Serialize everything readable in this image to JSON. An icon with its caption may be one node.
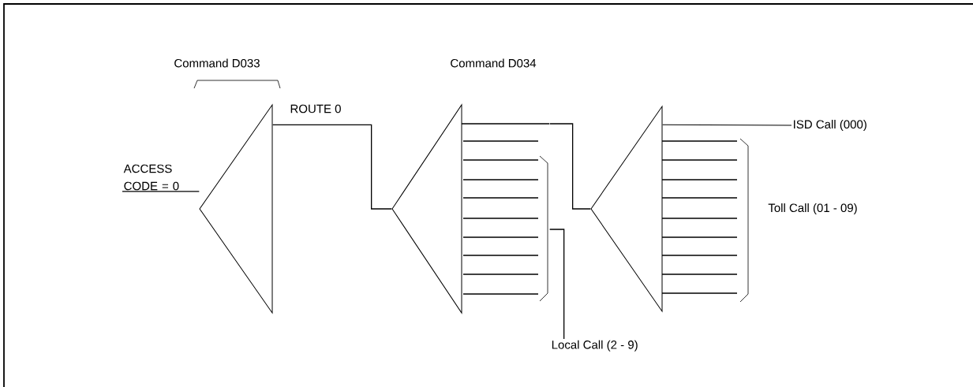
{
  "diagram": {
    "nodes": [
      {
        "text": [
          "ACCESS CODE = 0"
        ]
      },
      {
        "text": [],
        "shape": "triangle",
        "beside": [
          "Command D033"
        ]
      },
      {
        "text": [],
        "shape": "triangle",
        "beside": [
          "Command D034"
        ]
      },
      {
        "text": [],
        "shape": "triangle"
      },
      {
        "text": [
          "ISD Call (000)"
        ]
      },
      {
        "text": [
          "Local Call (2 - 9)"
        ]
      }
    ],
    "edges": [
      {
        "from": 0,
        "to": 1,
        "arrow": "none"
      },
      {
        "from": 1,
        "to": 2,
        "arrow": "none",
        "label": "ROUTE 0"
      },
      {
        "from": 2,
        "to": 3,
        "arrow": "none"
      },
      {
        "from": 3,
        "to": 4,
        "arrow": "none"
      },
      {
        "from": 2,
        "to": 5,
        "arrow": "none"
      }
    ],
    "labels": [
      "Toll Call (01 - 09)"
    ]
  }
}
